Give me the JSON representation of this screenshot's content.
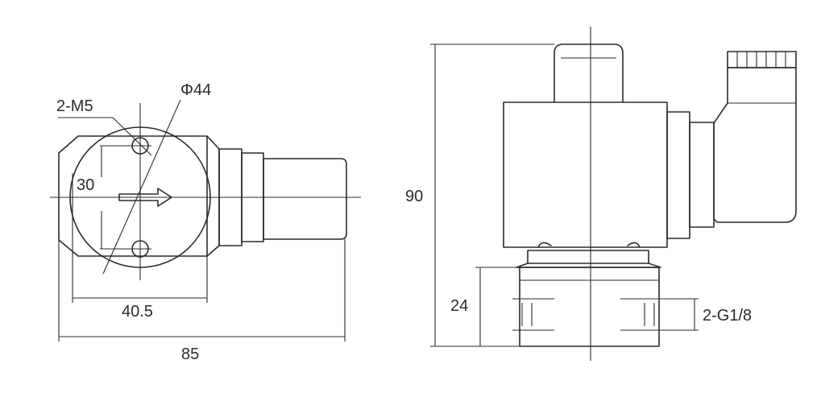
{
  "front_view": {
    "thread_label": "2-M5",
    "diameter_label": "Φ44",
    "hole_spacing_label": "30",
    "width_label": "40.5",
    "length_label": "85"
  },
  "side_view": {
    "height_label": "90",
    "base_height_label": "24",
    "port_label": "2-G1/8"
  }
}
